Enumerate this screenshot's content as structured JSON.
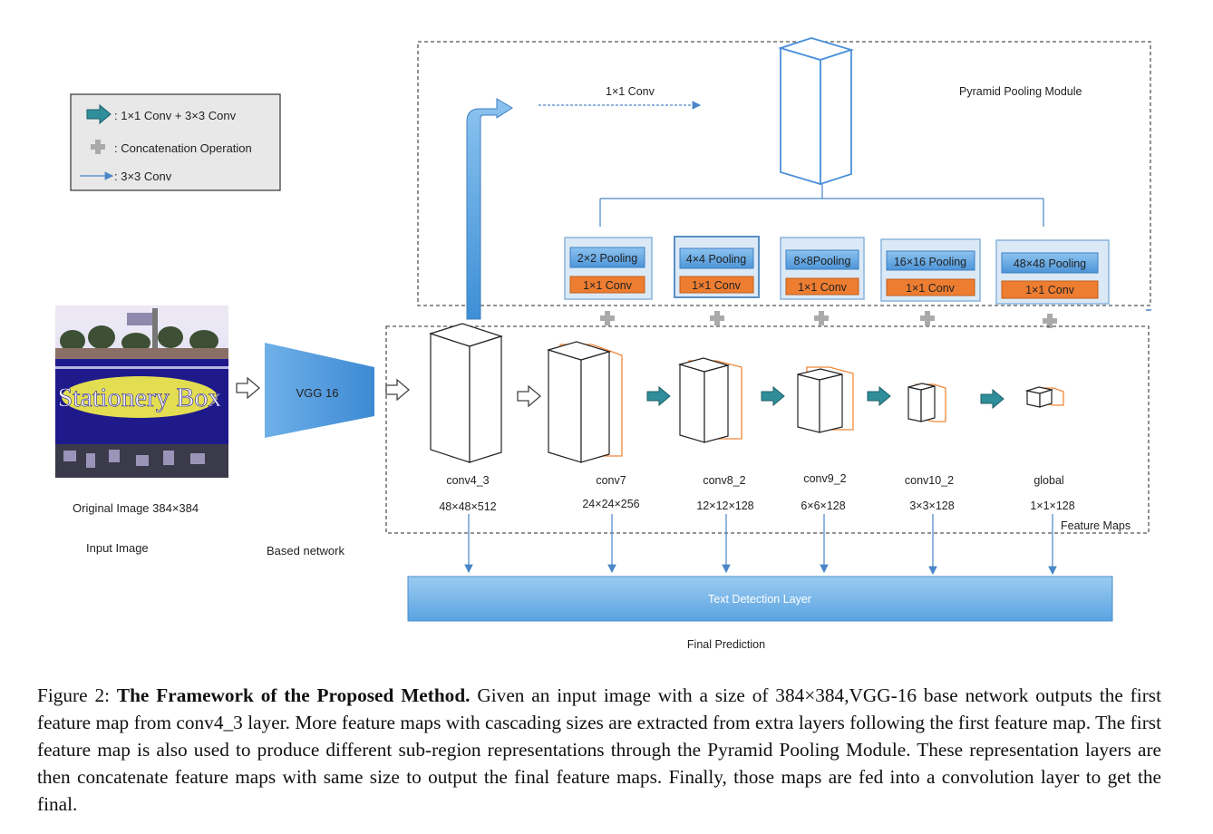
{
  "legend": {
    "items": [
      {
        "icon": "thick-teal-arrow-icon",
        "label": ": 1×1 Conv + 3×3 Conv"
      },
      {
        "icon": "gray-plus-icon",
        "label": ": Concatenation Operation"
      },
      {
        "icon": "thin-blue-arrow-icon",
        "label": ": 3×3 Conv"
      }
    ]
  },
  "top": {
    "conv_label": "1×1 Conv",
    "module_title": "Pyramid Pooling Module"
  },
  "pooling": [
    {
      "pool": "2×2 Pooling",
      "conv": "1×1 Conv"
    },
    {
      "pool": "4×4  Pooling",
      "conv": "1×1 Conv"
    },
    {
      "pool": "8×8Pooling",
      "conv": "1×1 Conv"
    },
    {
      "pool": "16×16 Pooling",
      "conv": "1×1 Conv"
    },
    {
      "pool": "48×48 Pooling",
      "conv": "1×1 Conv"
    }
  ],
  "input": {
    "sign_text": "Stationery Box",
    "caption1": "Original Image 384×384",
    "caption2": "Input Image"
  },
  "vgg": {
    "label": "VGG 16",
    "caption": "Based network"
  },
  "feature_maps": [
    {
      "name": "conv4_3",
      "size": "48×48×512"
    },
    {
      "name": "conv7",
      "size": "24×24×256"
    },
    {
      "name": "conv8_2",
      "size": "12×12×128"
    },
    {
      "name": "conv9_2",
      "size": "6×6×128"
    },
    {
      "name": "conv10_2",
      "size": "3×3×128"
    },
    {
      "name": "global",
      "size": "1×1×128"
    }
  ],
  "feature_maps_title": "Feature Maps",
  "detection_layer": "Text Detection Layer",
  "final_prediction": "Final Prediction",
  "caption": {
    "prefix": "Figure 2: ",
    "bold": "The Framework of the Proposed Method.",
    "text": " Given an input image with a size of 384×384,VGG-16 base network outputs the first feature map from conv4_3 layer.  More feature maps with cascading sizes are extracted from extra layers following the first feature map. The first feature map is also used to produce different sub-region representations through the Pyramid Pooling Module.  These representation layers are then concatenate feature maps with same size to output the final feature maps. Finally, those maps are fed into a convolution layer to get the final."
  },
  "colors": {
    "teal_arrow": "#2f8e9a",
    "pool_blue": "#5b9bd5",
    "conv_orange": "#ed7d31",
    "detection_blue": "#6aaee4",
    "box_edge_orange": "#f0883a"
  }
}
